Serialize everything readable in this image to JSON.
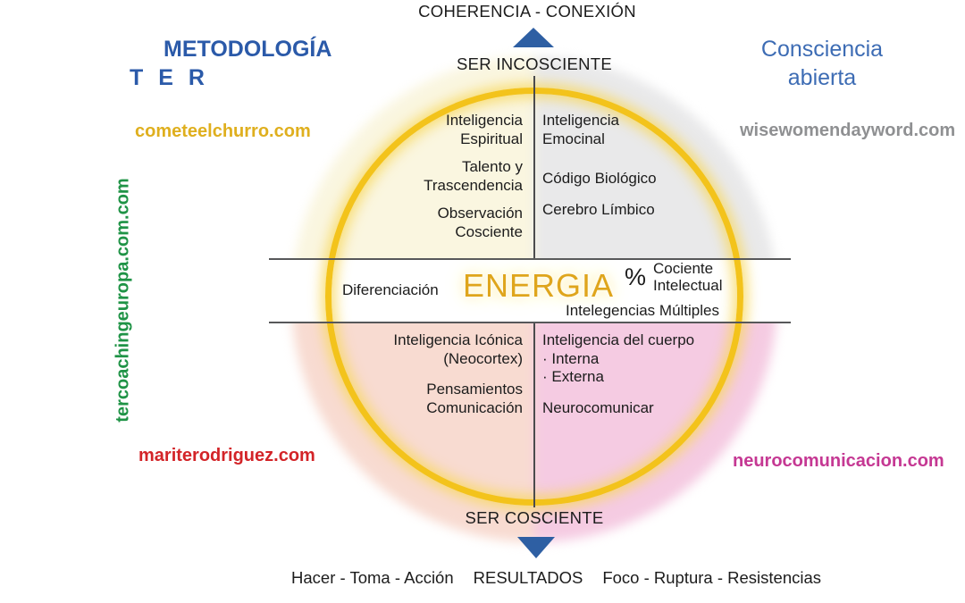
{
  "top": {
    "coherencia": "COHERENCIA - CONEXIÓN",
    "ser_incosciente": "SER INCOSCIENTE"
  },
  "left": {
    "metodologia": "METODOLOGÍA",
    "ter": "T E R",
    "cometeelchurro": "cometeelchurro.com",
    "tercoaching": "tercoachingeuropa.com.com",
    "mariterodriguez": "mariterodriguez.com"
  },
  "right": {
    "consciencia_line1": "Consciencia",
    "consciencia_line2": "abierta",
    "wisewomen": "wisewomendayword.com",
    "neurocomunicacion": "neurocomunicacion.com"
  },
  "quadrants": {
    "top_left": [
      [
        "Inteligencia",
        "Espiritual"
      ],
      [
        "Talento y",
        "Trascendencia"
      ],
      [
        "Observación",
        "Cosciente"
      ]
    ],
    "top_right": [
      [
        "Inteligencia",
        "Emocinal"
      ],
      [
        "Código Biológico"
      ],
      [
        "Cerebro Límbico"
      ]
    ],
    "bottom_left": [
      [
        "Inteligencia Icónica",
        "(Neocortex)"
      ],
      [
        "Pensamientos",
        "Comunicación"
      ]
    ],
    "bottom_right": [
      [
        "Inteligencia del cuerpo",
        "· Interna",
        "· Externa"
      ],
      [
        "Neurocomunicar"
      ]
    ]
  },
  "band": {
    "diferenciacion": "Diferenciación",
    "energia": "ENERGIA",
    "percent": "%",
    "cociente_line1": "Cociente",
    "cociente_line2": "Intelectual",
    "intelegencias": "Intelegencias Múltiples"
  },
  "bottom": {
    "ser_cosciente": "SER COSCIENTE",
    "hacer": "Hacer - Toma - Acción",
    "resultados": "RESULTADOS",
    "foco": "Foco - Ruptura - Resistencias"
  },
  "icons": {
    "arrow_up": "css-triangle-up",
    "arrow_down": "css-triangle-down"
  },
  "colors": {
    "heading_blue": "#2b5aa9",
    "light_blue": "#3d6cb4",
    "arrow_blue": "#2e5fa3",
    "ring_gold": "#f3c31b",
    "energia_gold": "#dfa51c",
    "url_gold": "#dfaf1e",
    "url_gray": "#8f9092",
    "url_green": "#1f9346",
    "url_red": "#d32428",
    "url_magenta": "#c53893",
    "quad_cream": "#faf6e0",
    "quad_gray": "#e9e9ea",
    "quad_salmon": "#f8dbd1",
    "quad_pink": "#f5cbe2",
    "line_gray": "#57585a"
  }
}
